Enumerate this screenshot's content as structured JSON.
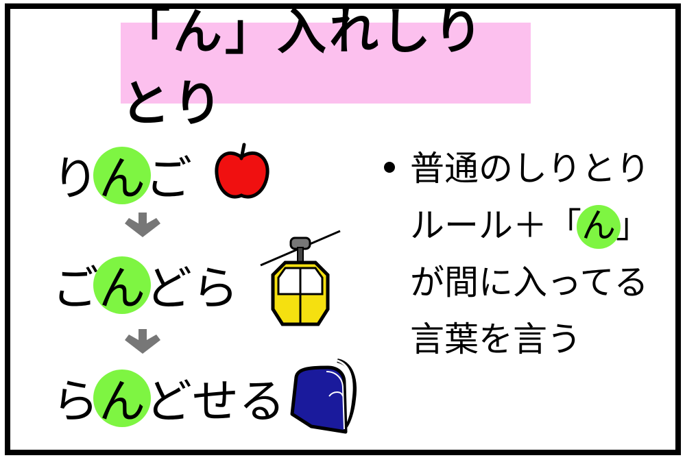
{
  "title": {
    "text": "「ん」入れしりとり",
    "background": "#fcc0ee"
  },
  "chain": {
    "highlight_color": "#7ef542",
    "arrow_color": "#777777",
    "words": [
      {
        "before": "り",
        "highlight": "ん",
        "after": "ご",
        "icon": "apple-icon"
      },
      {
        "before": "ご",
        "highlight": "ん",
        "after": "どら",
        "icon": "gondola-icon"
      },
      {
        "before": "ら",
        "highlight": "ん",
        "after": "どせる",
        "icon": "randoseru-backpack-icon"
      }
    ]
  },
  "explanation": {
    "bullet": "•",
    "lines": [
      {
        "text": "普通のしりとり"
      },
      {
        "pre": "ルール＋「",
        "highlight": "ん",
        "post": "」"
      },
      {
        "text": "が間に入ってる"
      },
      {
        "text": "言葉を言う"
      }
    ]
  },
  "colors": {
    "frame": "#000000",
    "apple": "#f01010",
    "gondola": "#f5e010",
    "backpack": "#1a1a9c"
  }
}
